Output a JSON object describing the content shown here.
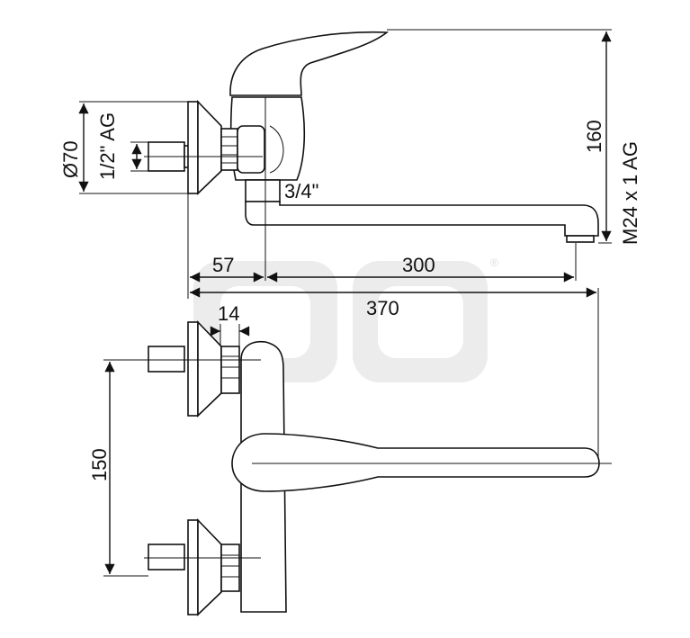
{
  "title": "Wall-mounted single-lever mixer dimension drawing",
  "dimensions": {
    "flange_diameter": "Ø70",
    "inlet_thread": "1/2\" AG",
    "outlet_thread": "3/4\"",
    "height": "160",
    "aerator_thread": "M24 x 1 AG",
    "spout_offset": "57",
    "spout_reach": "300",
    "overall_length": "370",
    "nut_width": "14",
    "inlet_spacing": "150"
  },
  "watermark": {
    "registered_mark": "®"
  }
}
